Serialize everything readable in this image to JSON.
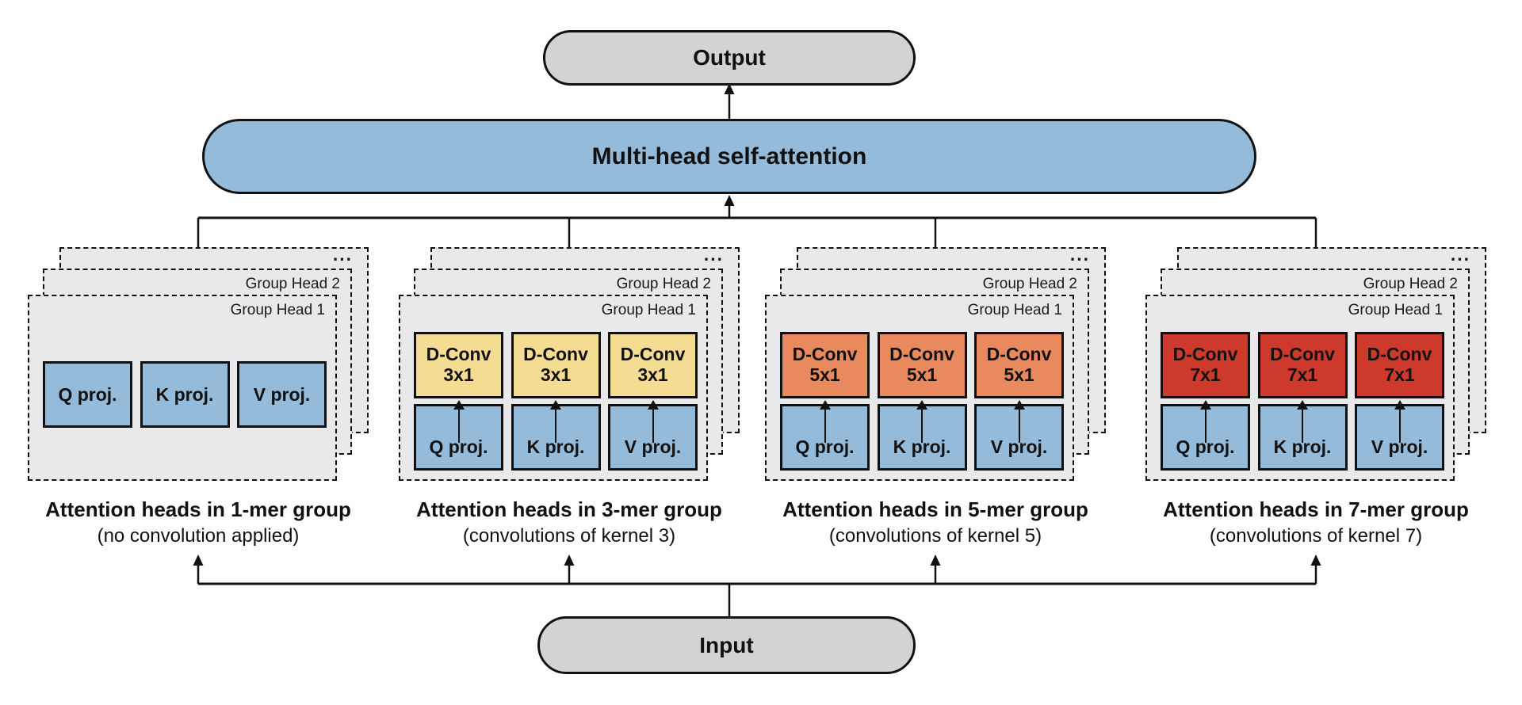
{
  "palette": {
    "node_gray": "#d3d3d3",
    "bar_blue": "#95bbda",
    "card_gray": "#e9e9eb",
    "line_black": "#111111"
  },
  "output_node": {
    "label": "Output"
  },
  "attention_bar": {
    "label": "Multi-head self-attention"
  },
  "input_node": {
    "label": "Input"
  },
  "groups": [
    {
      "more_label": "...",
      "head2_label": "Group Head 2",
      "head1_label": "Group Head 1",
      "proj_labels": [
        "Q proj.",
        "K proj.",
        "V proj."
      ],
      "proj_fill": "#95bbda",
      "caption": "Attention heads in 1-mer group",
      "caption_sub": "(no convolution applied)"
    },
    {
      "more_label": "...",
      "head2_label": "Group Head 2",
      "head1_label": "Group Head 1",
      "conv": {
        "line1": "D-Conv",
        "line2": "3x1"
      },
      "conv_fill": "#f4dc93",
      "proj_labels": [
        "Q proj.",
        "K proj.",
        "V proj."
      ],
      "proj_fill": "#95bbda",
      "caption": "Attention heads in 3-mer group",
      "caption_sub": "(convolutions of kernel 3)"
    },
    {
      "more_label": "...",
      "head2_label": "Group Head 2",
      "head1_label": "Group Head 1",
      "conv": {
        "line1": "D-Conv",
        "line2": "5x1"
      },
      "conv_fill": "#e88a5e",
      "proj_labels": [
        "Q proj.",
        "K proj.",
        "V proj."
      ],
      "proj_fill": "#95bbda",
      "caption": "Attention heads in 5-mer group",
      "caption_sub": "(convolutions of kernel 5)"
    },
    {
      "more_label": "...",
      "head2_label": "Group Head 2",
      "head1_label": "Group Head 1",
      "conv": {
        "line1": "D-Conv",
        "line2": "7x1"
      },
      "conv_fill": "#cd392a",
      "proj_labels": [
        "Q proj.",
        "K proj.",
        "V proj."
      ],
      "proj_fill": "#95bbda",
      "caption": "Attention heads in 7-mer group",
      "caption_sub": "(convolutions of kernel 7)"
    }
  ]
}
